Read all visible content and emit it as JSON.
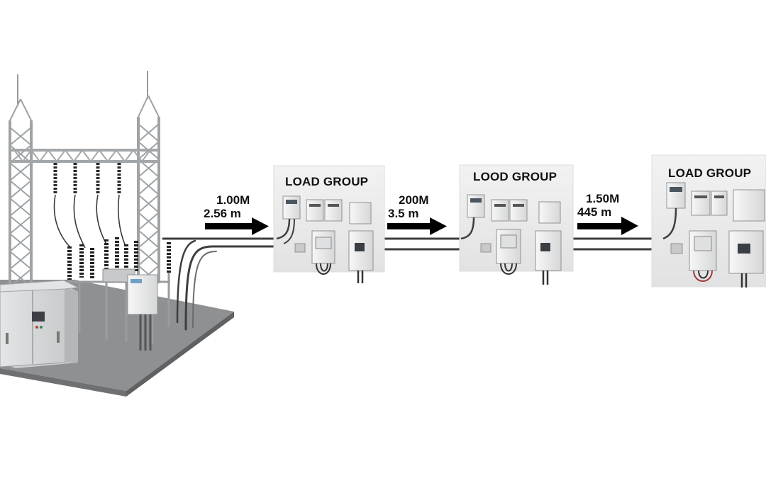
{
  "segments": [
    {
      "line1": "1.00M",
      "line2": "2.56 m"
    },
    {
      "line1": "200M",
      "line2": "3.5 m"
    },
    {
      "line1": "1.50M",
      "line2": "445 m"
    }
  ],
  "load_groups": [
    {
      "title": "LOAD GROUP"
    },
    {
      "title": "LOOD GROUP"
    },
    {
      "title": "LOAD GROUP"
    }
  ],
  "colors": {
    "background": "#ffffff",
    "panel": "#ededed",
    "steel": "#b9bcbf",
    "concrete": "#8c8e90",
    "cable": "#3c3e40",
    "arrow": "#000000",
    "insulator": "#2a2a2a"
  },
  "icons": [
    "substation-icon",
    "transmission-tower-icon",
    "transformer-cabinet-icon",
    "arrow-right-icon",
    "electrical-panel-icon",
    "meter-icon",
    "breaker-icon",
    "cable-icon"
  ]
}
